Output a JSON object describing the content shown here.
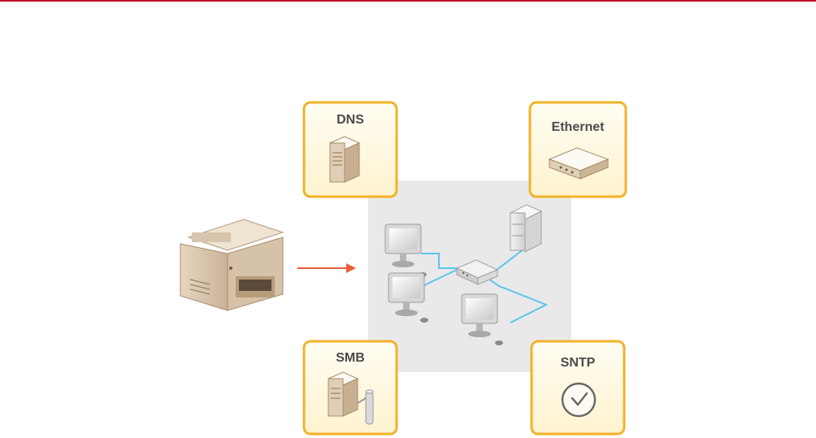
{
  "header": {
    "rule_color": "#c8102e"
  },
  "cards": {
    "dns": {
      "label": "DNS",
      "icon": "server-icon"
    },
    "ethernet": {
      "label": "Ethernet",
      "icon": "network-hub-icon"
    },
    "smb": {
      "label": "SMB",
      "icon": "file-server-icon"
    },
    "sntp": {
      "label": "SNTP",
      "icon": "clock-icon"
    }
  },
  "colors": {
    "card_border": "#f2b227",
    "card_fill": "#fff9e4",
    "network_panel": "#e9e9e9",
    "network_cable": "#5ec4ee",
    "arrow": "#e85d3a"
  },
  "icons": {
    "printer": "multifunction-printer-icon",
    "arrow": "arrow-right-icon",
    "network": "network-diagram-icon"
  }
}
